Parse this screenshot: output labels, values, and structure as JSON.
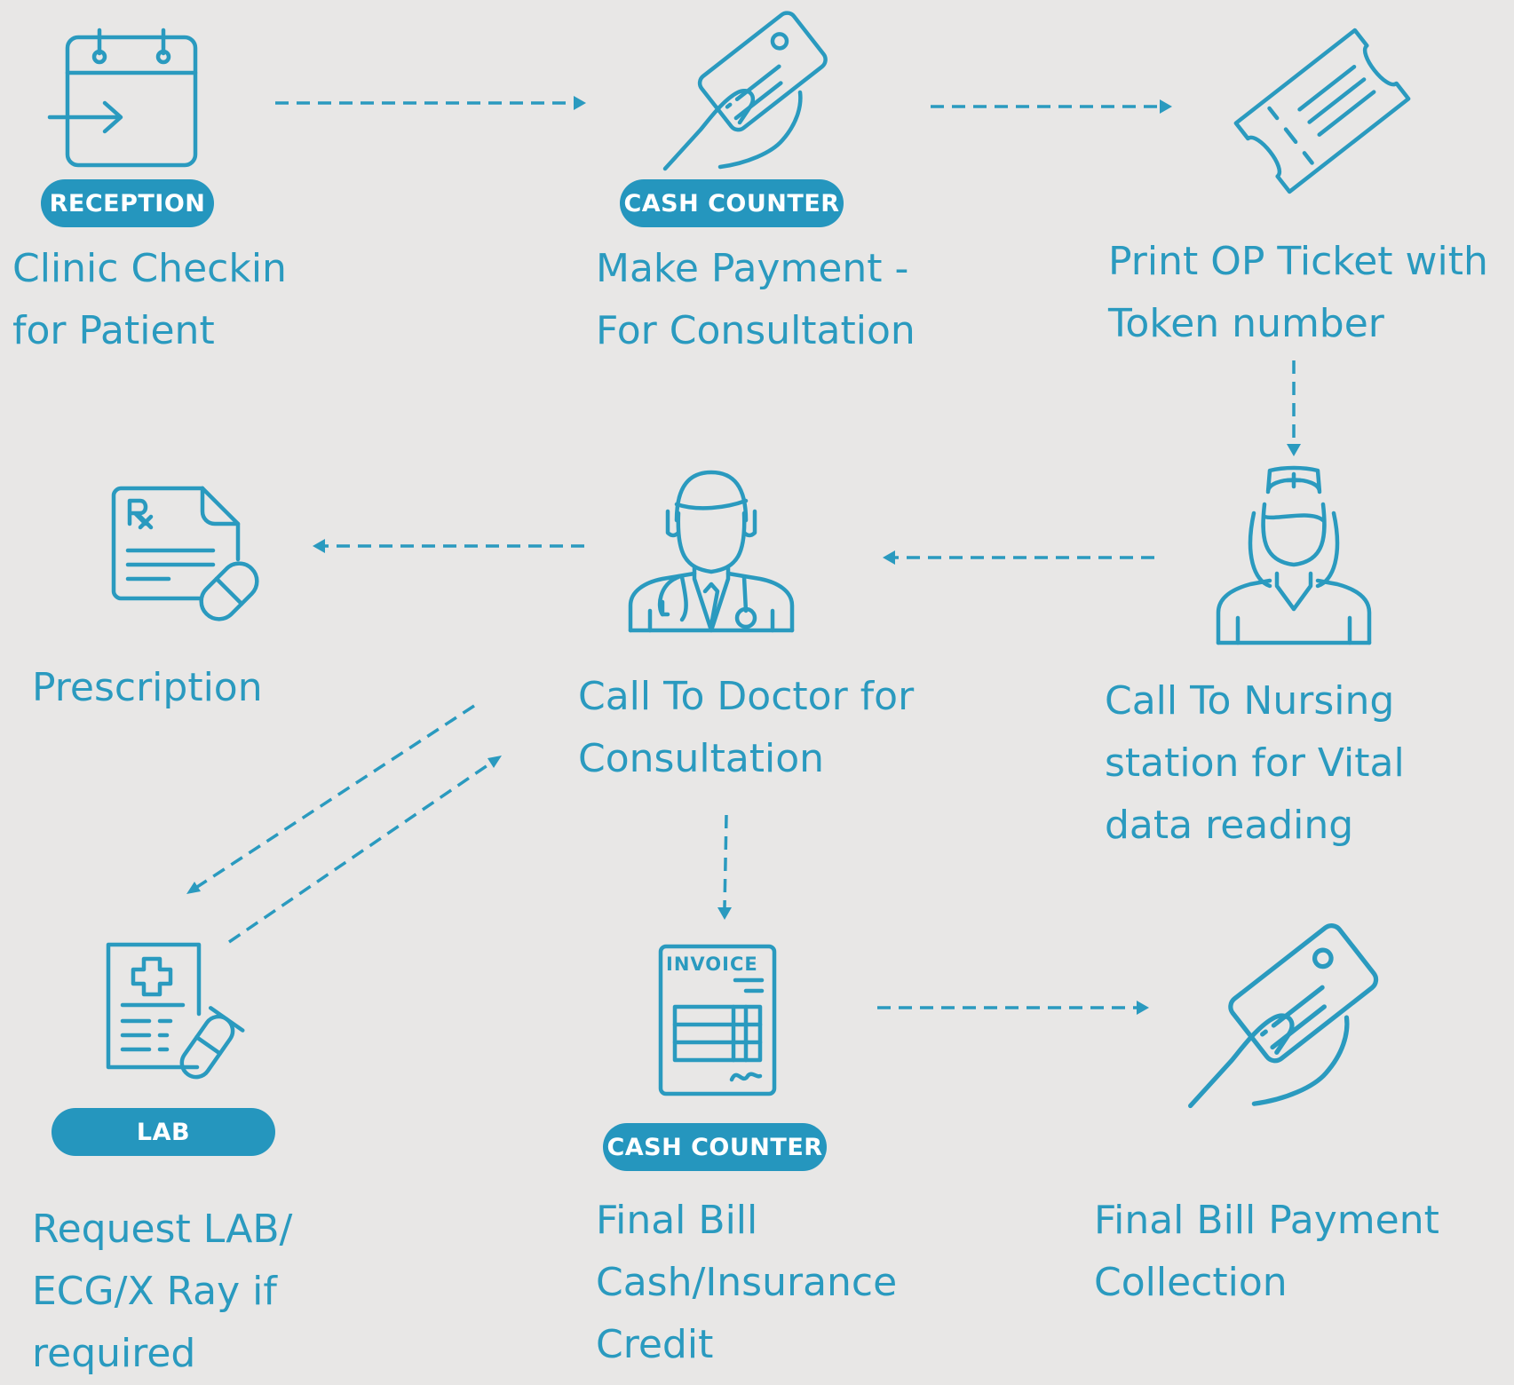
{
  "steps": {
    "reception": {
      "badge": "RECEPTION",
      "lines": [
        "Clinic Checkin",
        "for Patient"
      ],
      "icon": "calendar-checkin-icon"
    },
    "payment": {
      "badge": "CASH COUNTER",
      "lines": [
        "Make Payment -",
        "For Consultation"
      ],
      "icon": "card-payment-icon"
    },
    "ticket": {
      "lines": [
        "Print OP Ticket with",
        "Token number"
      ],
      "icon": "ticket-icon"
    },
    "nursing": {
      "lines": [
        "Call To Nursing",
        "station for Vital",
        "data reading"
      ],
      "icon": "nurse-icon"
    },
    "doctor": {
      "lines": [
        "Call To Doctor for",
        "Consultation"
      ],
      "icon": "doctor-icon"
    },
    "prescription": {
      "lines": [
        "Prescription"
      ],
      "icon": "prescription-icon"
    },
    "lab": {
      "badge": "LAB",
      "lines": [
        "Request LAB/",
        "ECG/X Ray if",
        "required"
      ],
      "icon": "lab-report-icon"
    },
    "final_bill": {
      "badge": "CASH COUNTER",
      "lines": [
        "Final Bill",
        "Cash/Insurance",
        "Credit"
      ],
      "icon": "invoice-icon",
      "invoice_text": "INVOICE"
    },
    "final_payment": {
      "lines": [
        "Final Bill Payment",
        "Collection"
      ],
      "icon": "card-payment-icon"
    }
  },
  "colors": {
    "background": "#e8e7e6",
    "accent": "#2a9abf",
    "badge": "#2596be",
    "badge_text": "#ffffff"
  }
}
